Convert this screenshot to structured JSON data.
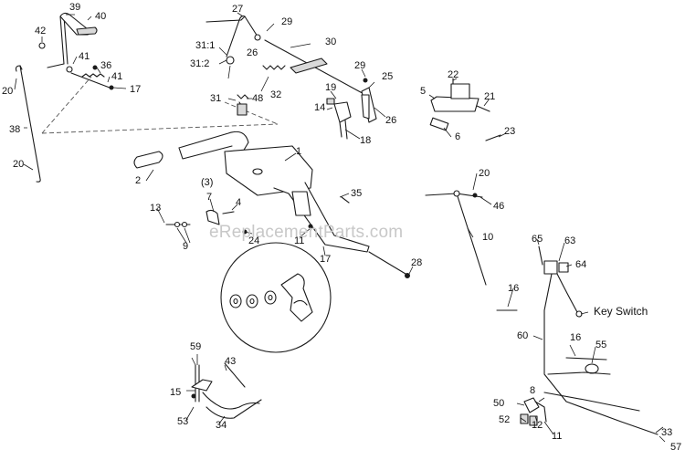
{
  "watermark": "eReplacementParts.com",
  "callouts": {
    "c39": "39",
    "c40": "40",
    "c42": "42",
    "c41a": "41",
    "c36": "36",
    "c41b": "41",
    "c17a": "17",
    "c20a": "20",
    "c38": "38",
    "c20b": "20",
    "c27": "27",
    "c29a": "29",
    "c311": "31:1",
    "c312": "31:2",
    "c26a": "26",
    "c30": "30",
    "c31": "31",
    "c48": "48",
    "c32": "32",
    "c29b": "29",
    "c25": "25",
    "c19": "19",
    "c14": "14",
    "c18": "18",
    "c26b": "26",
    "c22": "22",
    "c5": "5",
    "c21": "21",
    "c6": "6",
    "c23": "23",
    "c1": "1",
    "c2": "2",
    "c3": "(3)",
    "c7": "7",
    "c4": "4",
    "c35": "35",
    "c13": "13",
    "c9": "9",
    "c24": "24",
    "c11a": "11",
    "c17b": "17",
    "c28": "28",
    "c20c": "20",
    "c46": "46",
    "c10": "10",
    "c65": "65",
    "c63": "63",
    "c64": "64",
    "c16a": "16",
    "keyswitch": "Key Switch",
    "c60": "60",
    "c16b": "16",
    "c55": "55",
    "c8": "8",
    "c50": "50",
    "c52": "52",
    "c12": "12",
    "c11b": "11",
    "c33": "33",
    "c57": "57",
    "c59": "59",
    "c43": "43",
    "c15": "15",
    "c53": "53",
    "c34": "34"
  }
}
